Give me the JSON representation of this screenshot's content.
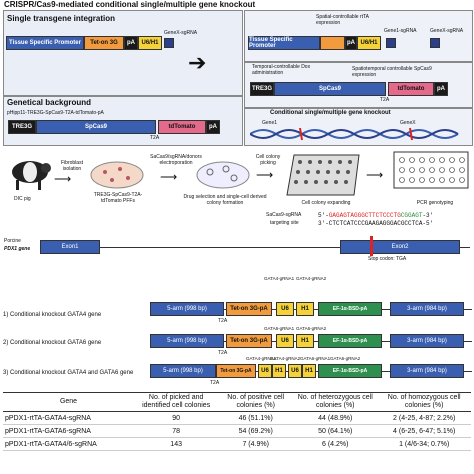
{
  "title": "CRISPR/Cas9-mediated conditional single/multiple gene knockout",
  "top_panel": {
    "single_heading": "Single transgene integration",
    "single_blocks": [
      "Tissue Specific Promoter",
      "Tet-on 3G",
      "pA",
      "U6/H1",
      "GeneX-sgRNA"
    ],
    "single_right_blocks": [
      "Tissue Specific Promoter",
      "pA",
      "U6/H1"
    ],
    "spatial_label": "Spatial-controllable rtTA expression",
    "sgrna_labels": [
      "Gene1-sgRNA",
      "GeneX-sgRNA"
    ],
    "temporal_label": "Temporal-controllable Dox administration",
    "spatiotemporal_label": "Spatiotemporal controllable SpCas9 expression",
    "tre_blocks": [
      "TRE3G",
      "SpCas9",
      "tdTomato",
      "pA"
    ],
    "t2a": "T2A",
    "genetic_heading": "Genetical background",
    "construct": "pHipp11-TRE3G-SpCas9-T2A-tdTomato-pA",
    "gen_blocks": [
      "TRE3G",
      "SpCas9",
      "tdTomato",
      "pA"
    ],
    "ko_label": "Conditional single/multiple gene knockout",
    "gene_labels": [
      "Gene1",
      "GeneX"
    ]
  },
  "workflow": {
    "steps": [
      "Fibroblast isolation",
      "SaCas9/sgRNA/donors electroporation",
      "Cell colony picking"
    ],
    "labels": [
      "DIC pig",
      "TRE3G-SpCas9-T2A-tdTomato PFFs",
      "Drug selection and single-cell derived colony formation",
      "Cell colony expanding",
      "PCR genotyping"
    ]
  },
  "locus": {
    "sgrna_name": "SaCas9-sgRNA",
    "target_label": "targeting site",
    "seq_top_prefix": "5'-",
    "seq_top_red": "GAGAGTAGGGCTTCTCCCTG",
    "seq_top_green": "CGGAGT",
    "seq_top_suffix": "-3'",
    "seq_bottom": "3'-CTCTCATCCCGAAGAGGGACGCCTCA-5'",
    "gene_label_1": "Porcine",
    "gene_label_2": "PDX1 gene",
    "exon1": "Exon1",
    "exon2": "Exon2",
    "stop_codon": "Stop codon: TGA"
  },
  "constructs": [
    {
      "label": "1) Conditional knockout GATA4 gene",
      "grna": [
        "GATA4-gRNA1",
        "GATA4-gRNA2"
      ],
      "blocks": [
        "5-arm (998 bp)",
        "Tet-on 3G-pA",
        "U6",
        "H1",
        "EF-1α-BSD-pA",
        "3-arm (984 bp)"
      ],
      "t2a": "T2A"
    },
    {
      "label": "2) Conditional knockout GATA6 gene",
      "grna": [
        "GATA6-gRNA1",
        "GATA6-gRNA2"
      ],
      "blocks": [
        "5-arm (998 bp)",
        "Tet-on 3G-pA",
        "U6",
        "H1",
        "EF-1α-BSD-pA",
        "3-arm (984 bp)"
      ],
      "t2a": "T2A"
    },
    {
      "label": "3) Conditional knockout GATA4 and GATA6 gene",
      "grna": [
        "GATA4-gRNA1",
        "GATA4-gRNA2",
        "GATA6-gRNA1",
        "GATA6-gRNA2"
      ],
      "blocks": [
        "5-arm (998 bp)",
        "Tet-on 3G-pA",
        "U6",
        "H1",
        "U6",
        "H1",
        "EF-1α-BSD-pA",
        "3-arm (984 bp)"
      ],
      "t2a": "T2A"
    }
  ],
  "table": {
    "headers": [
      "Gene",
      "No. of picked and identified cell colonies",
      "No. of positive cell colonies (%)",
      "No. of heterozygous cell colonies (%)",
      "No. of homozygous cell colonies (%)"
    ],
    "rows": [
      [
        "pPDX1-rtTA-GATA4-sgRNA",
        "90",
        "46 (51.1%)",
        "44 (48.9%)",
        "2 (4-25, 4-87; 2.2%)"
      ],
      [
        "pPDX1-rtTA-GATA6-sgRNA",
        "78",
        "54 (69.2%)",
        "50 (64.1%)",
        "4 (6-25, 6-47; 5.1%)"
      ],
      [
        "pPDX1-rtTA-GATA4/6-sgRNA",
        "143",
        "7 (4.9%)",
        "6 (4.2%)",
        "1 (4/6-34; 0.7%)"
      ]
    ]
  },
  "colors": {
    "blue": "#3a5fb0",
    "orange": "#f19a3e",
    "yellow": "#f5d23a",
    "pink": "#e46a8c",
    "green": "#2f8f4f"
  }
}
